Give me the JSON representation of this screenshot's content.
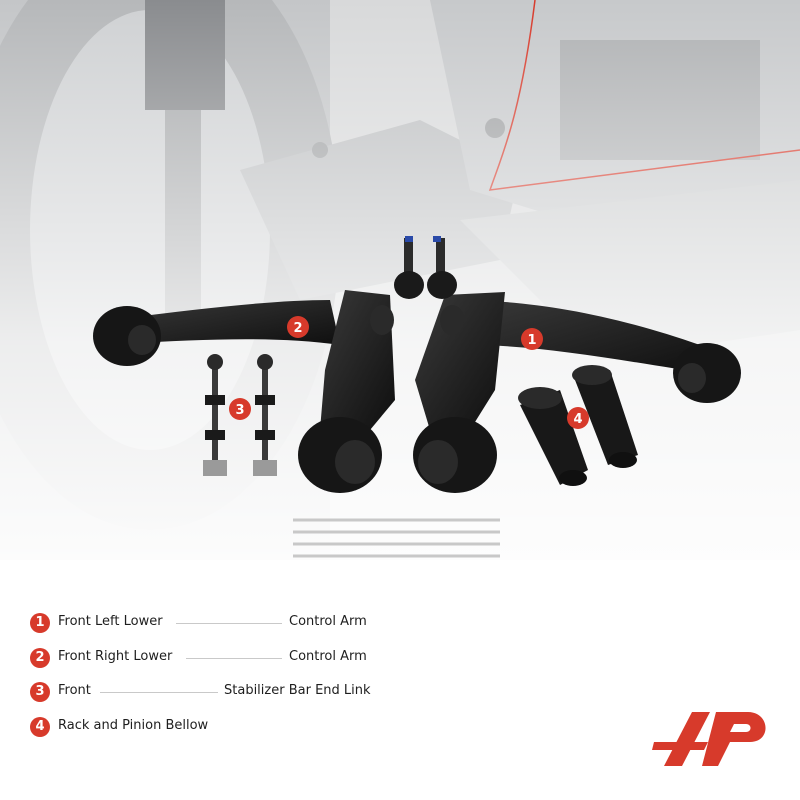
{
  "legend": {
    "items": [
      {
        "number": "1",
        "title": "Front Left Lower",
        "detail": "Control Arm"
      },
      {
        "number": "2",
        "title": "Front Right Lower",
        "detail": "Control Arm"
      },
      {
        "number": "3",
        "title": "Front",
        "detail": "Stabilizer Bar End Link"
      },
      {
        "number": "4",
        "title": "Rack and Pinion Bellow",
        "detail": ""
      }
    ]
  },
  "callouts": [
    "1",
    "2",
    "3",
    "4"
  ],
  "colors": {
    "accent": "#d73a2b",
    "part": "#1b1b1b",
    "text": "#1e1e1e"
  }
}
